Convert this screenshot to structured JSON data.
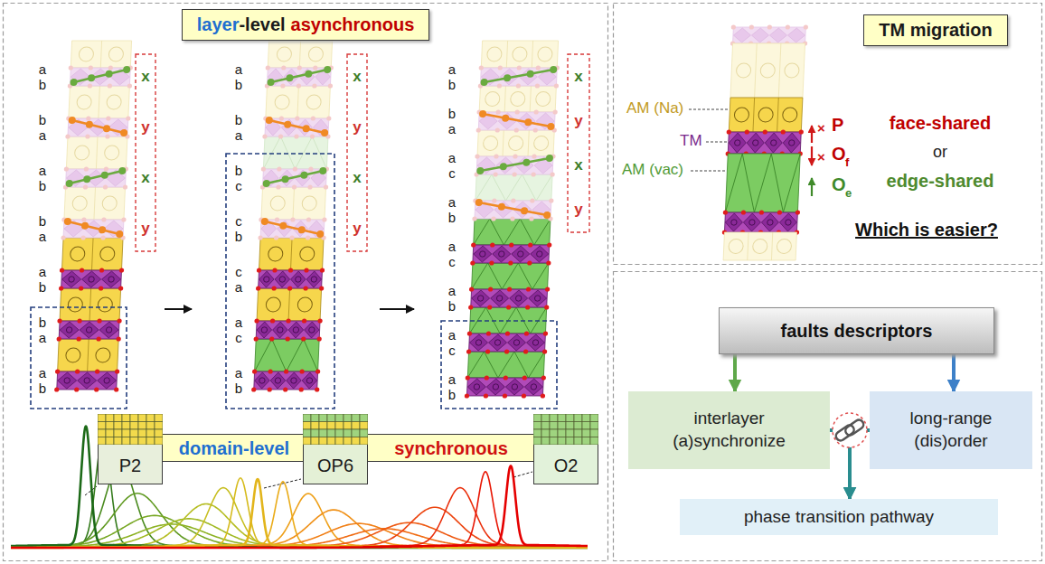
{
  "diagram": {
    "nodes": [
      {
        "text": [
          "layer",
          "-level",
          "asynchronous"
        ]
      },
      {
        "text": [
          "TM migration"
        ]
      },
      {
        "text": [
          "domain-level",
          "synchronous"
        ]
      },
      {
        "text": [
          "P2"
        ]
      },
      {
        "text": [
          "OP6"
        ]
      },
      {
        "text": [
          "O2"
        ]
      },
      {
        "text": [
          "faults descriptors"
        ]
      },
      {
        "text": [
          "interlayer (a)synchronize"
        ]
      },
      {
        "text": [
          "long-range (dis)order"
        ]
      },
      {
        "text": [
          "phase transition pathway"
        ]
      }
    ],
    "edges": [
      {
        "from": 6,
        "to": 7,
        "arrow": "to"
      },
      {
        "from": 6,
        "to": 8,
        "arrow": "to"
      },
      {
        "from": 7,
        "to": 9,
        "arrow": "to"
      },
      {
        "from": 8,
        "to": 9,
        "arrow": "to"
      }
    ],
    "labels": [
      "a b",
      "b a",
      "a b",
      "b a",
      "a b",
      "b a",
      "a b",
      "a b",
      "b a",
      "b c",
      "c b",
      "c a",
      "a c",
      "a b",
      "a b",
      "b a",
      "a c",
      "a b",
      "a c",
      "a b",
      "a c",
      "a b",
      "x",
      "y",
      "x",
      "y",
      "x",
      "y",
      "x",
      "y",
      "x",
      "y",
      "x",
      "y",
      "AM (Na)",
      "TM",
      "AM (vac)",
      "×",
      "P",
      "×",
      "O",
      "f",
      "O",
      "e",
      "face-shared",
      "or",
      "edge-shared",
      "Which is easier?"
    ]
  }
}
